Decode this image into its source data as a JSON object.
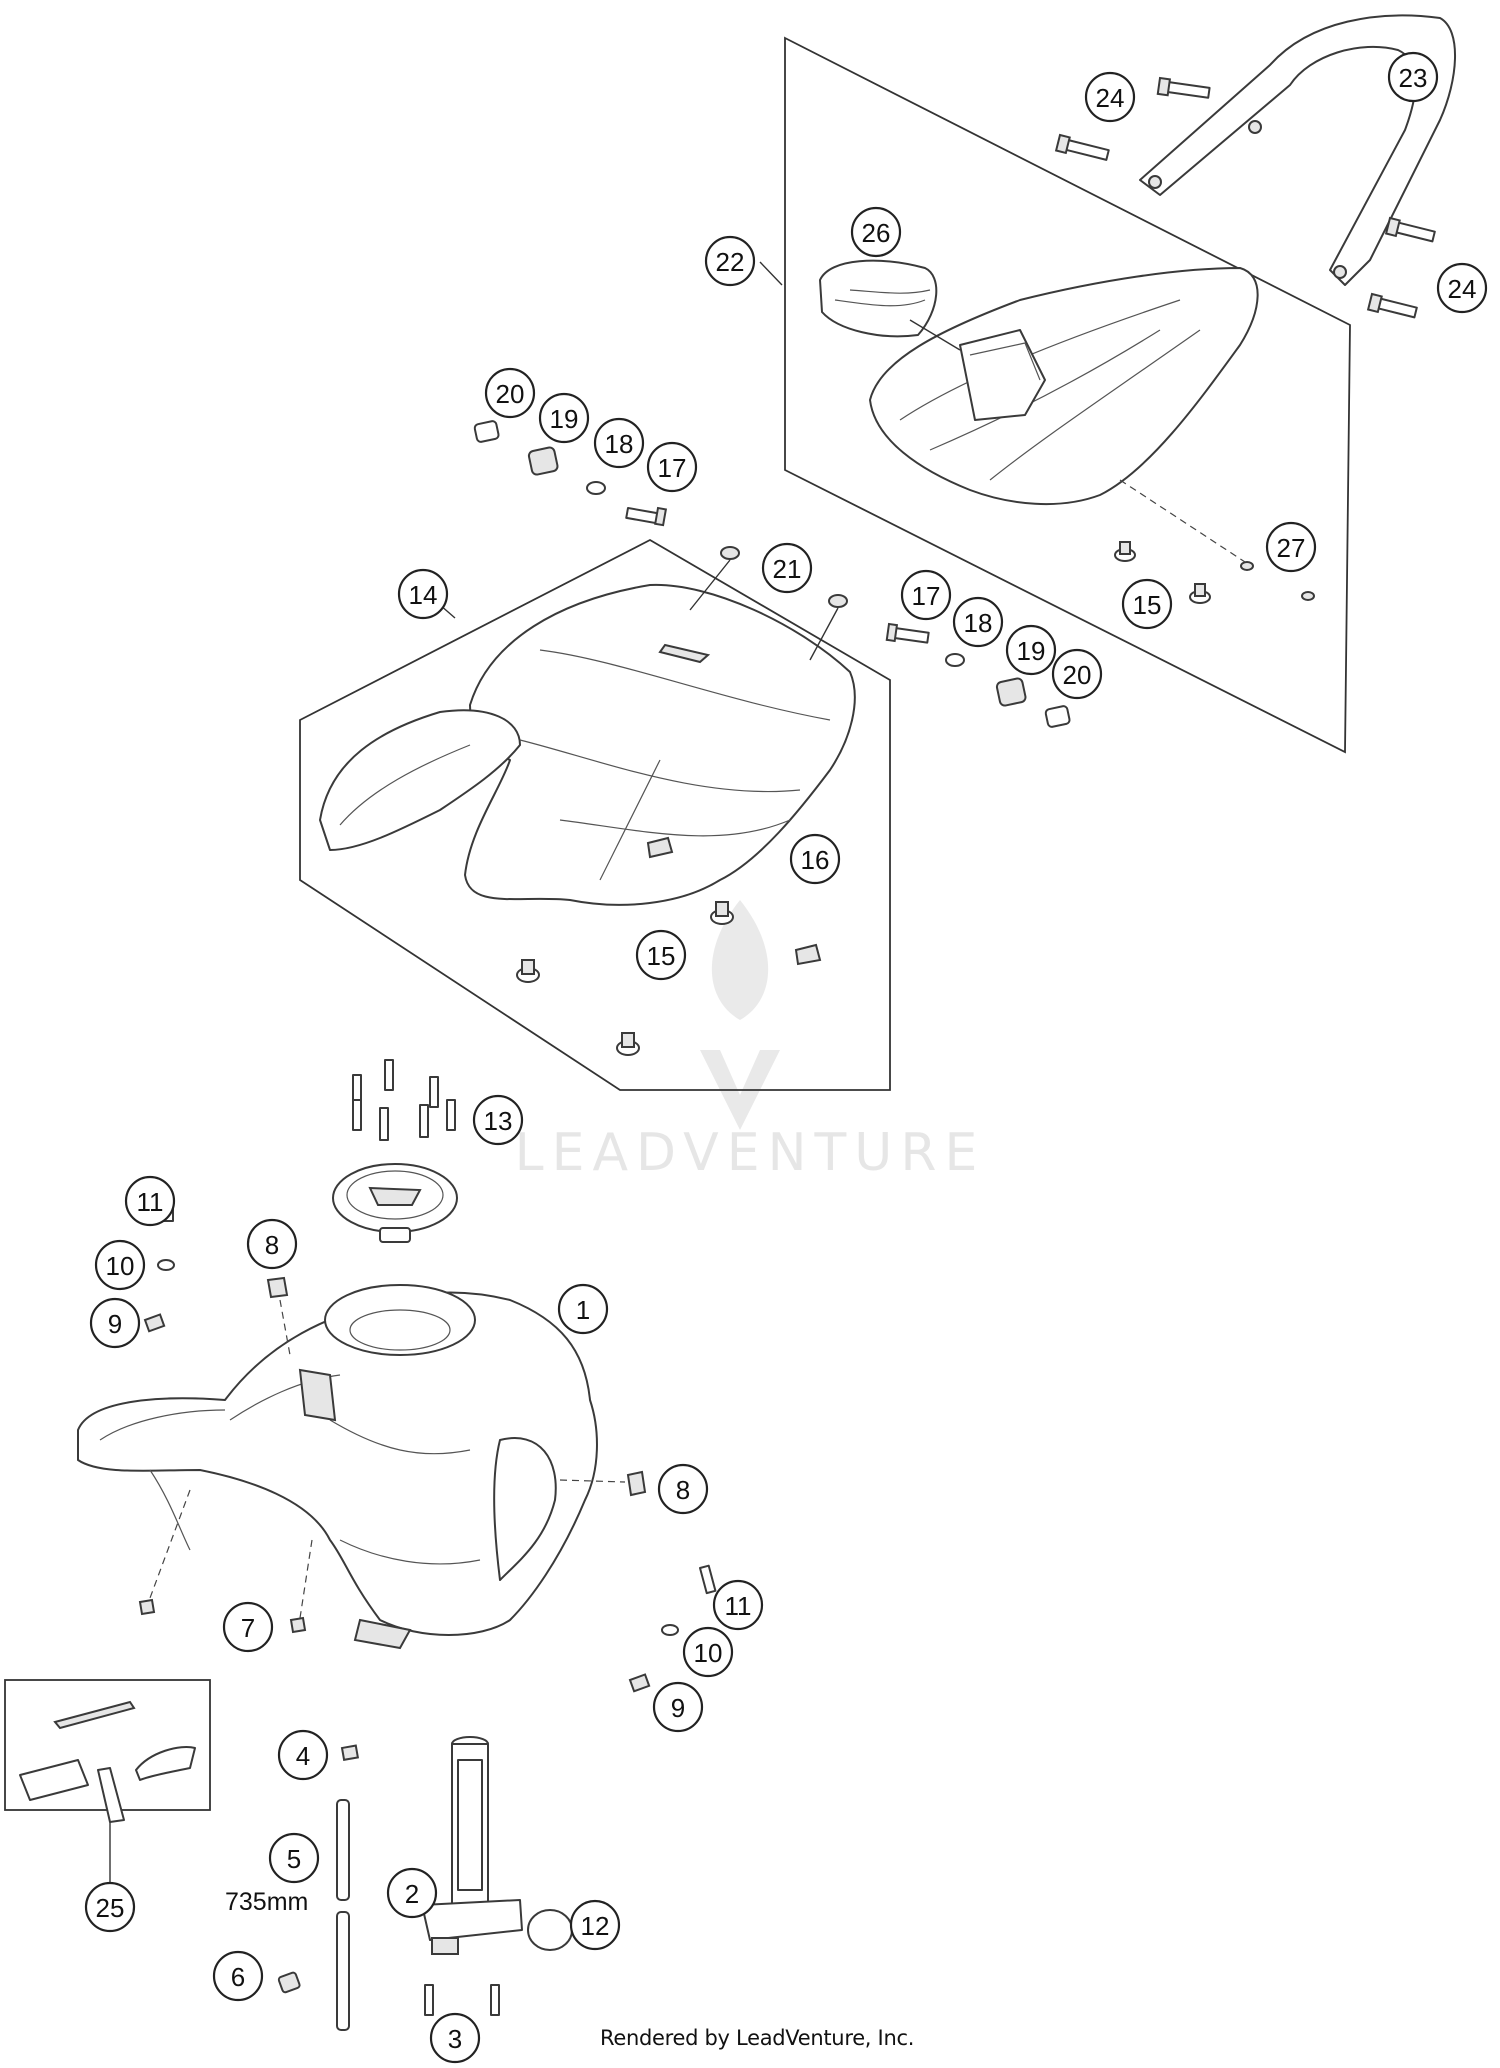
{
  "callouts": [
    {
      "label": "1"
    },
    {
      "label": "2"
    },
    {
      "label": "3"
    },
    {
      "label": "4"
    },
    {
      "label": "5"
    },
    {
      "label": "6"
    },
    {
      "label": "7"
    },
    {
      "label": "8"
    },
    {
      "label": "8"
    },
    {
      "label": "9"
    },
    {
      "label": "9"
    },
    {
      "label": "10"
    },
    {
      "label": "10"
    },
    {
      "label": "11"
    },
    {
      "label": "11"
    },
    {
      "label": "12"
    },
    {
      "label": "13"
    },
    {
      "label": "14"
    },
    {
      "label": "15"
    },
    {
      "label": "15"
    },
    {
      "label": "16"
    },
    {
      "label": "17"
    },
    {
      "label": "17"
    },
    {
      "label": "18"
    },
    {
      "label": "18"
    },
    {
      "label": "19"
    },
    {
      "label": "19"
    },
    {
      "label": "20"
    },
    {
      "label": "20"
    },
    {
      "label": "21"
    },
    {
      "label": "22"
    },
    {
      "label": "23"
    },
    {
      "label": "24"
    },
    {
      "label": "24"
    },
    {
      "label": "25"
    },
    {
      "label": "26"
    },
    {
      "label": "27"
    }
  ],
  "dimension_label": "735mm",
  "watermark": "LEADVENTURE",
  "credit": "Rendered by LeadVenture, Inc."
}
